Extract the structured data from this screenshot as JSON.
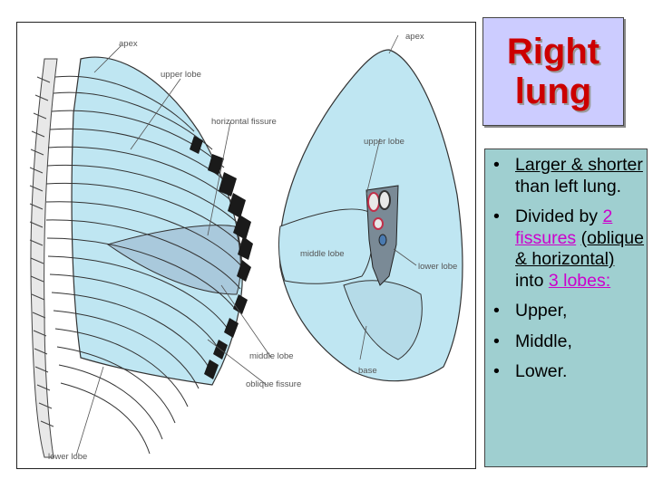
{
  "title": {
    "line1": "Right",
    "line2": "lung"
  },
  "bullets": {
    "b1": {
      "u1": "Larger & shorter ",
      "rest": "than left lung."
    },
    "b2": {
      "pre": "Divided by ",
      "link1": "2 fissures",
      "mid1": " ",
      "u2": "(oblique & horizontal)",
      "mid2": " into ",
      "link2": "3 lobes:"
    },
    "b3": "Upper,",
    "b4": "Middle,",
    "b5": "Lower."
  },
  "bullet_glyph": "•",
  "labels": {
    "apex_left": "apex",
    "apex_right": "apex",
    "upper_lobe_left": "upper lobe",
    "horizontal_fissure": "horizontal fissure",
    "upper_lobe_right": "upper lobe",
    "middle_lobe_right": "middle lobe",
    "lower_lobe_right": "lower lobe",
    "middle_lobe_left": "middle lobe",
    "oblique_fissure": "oblique fissure",
    "base": "base",
    "lower_lobe_left": "lower lobe"
  },
  "colors": {
    "lung_fill": "#bfe6f2",
    "middle_lobe_fill": "#a9c9dc",
    "title_red": "#cc0000",
    "title_bg": "#ccccff",
    "bullet_bg": "#9fcfd0",
    "link_magenta": "#cc00cc"
  }
}
